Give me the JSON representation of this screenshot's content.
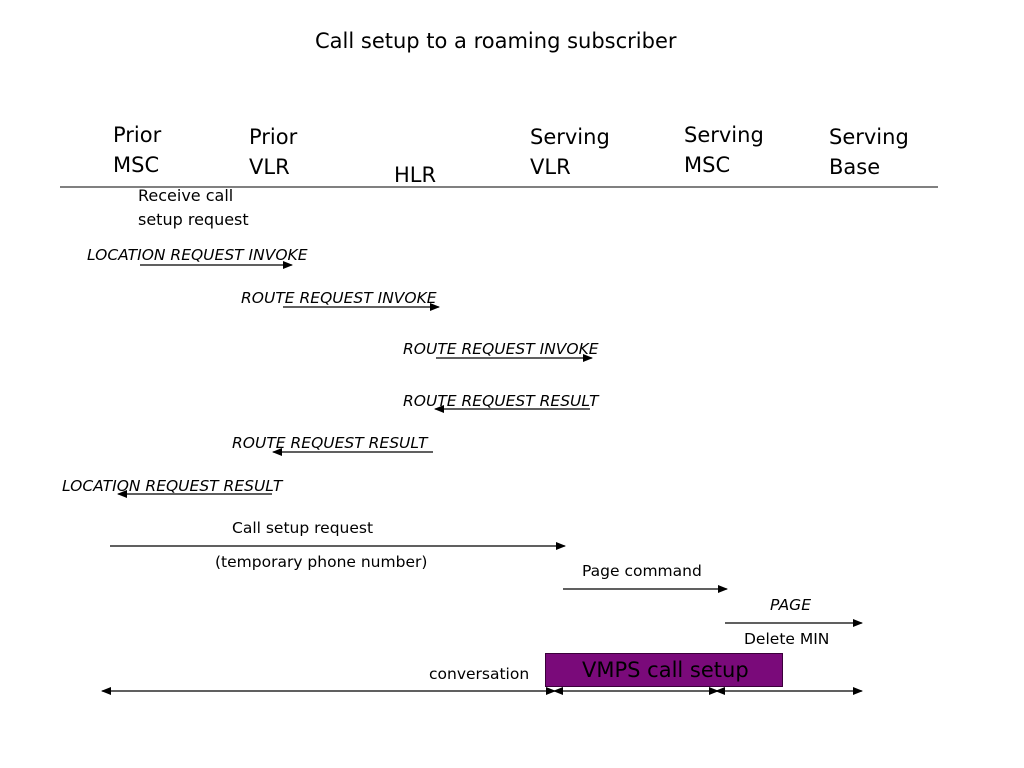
{
  "title": "Call setup to a roaming subscriber",
  "entities": {
    "prior_msc": [
      "Prior",
      "MSC"
    ],
    "prior_vlr": [
      "Prior",
      "VLR"
    ],
    "hlr": [
      "HLR"
    ],
    "serving_vlr": [
      "Serving",
      "VLR"
    ],
    "serving_msc": [
      "Serving",
      "MSC"
    ],
    "serving_base": [
      "Serving",
      "Base"
    ]
  },
  "notes": {
    "receive_call": "Receive call setup request"
  },
  "messages": {
    "location_request_invoke": "LOCATION REQUEST INVOKE",
    "route_request_invoke_1": "ROUTE REQUEST INVOKE",
    "route_request_invoke_2": "ROUTE REQUEST INVOKE",
    "route_request_result_1": "ROUTE REQUEST RESULT",
    "route_request_result_2": "ROUTE REQUEST RESULT",
    "location_request_result": "LOCATION REQUEST RESULT",
    "call_setup_request": "Call setup request",
    "temporary_phone_number": "(temporary phone number)",
    "page_command": "Page command",
    "page": "PAGE",
    "delete_min": "Delete MIN",
    "conversation": "conversation"
  },
  "box": {
    "label": "VMPS call setup",
    "color": "#7a0a7a"
  }
}
